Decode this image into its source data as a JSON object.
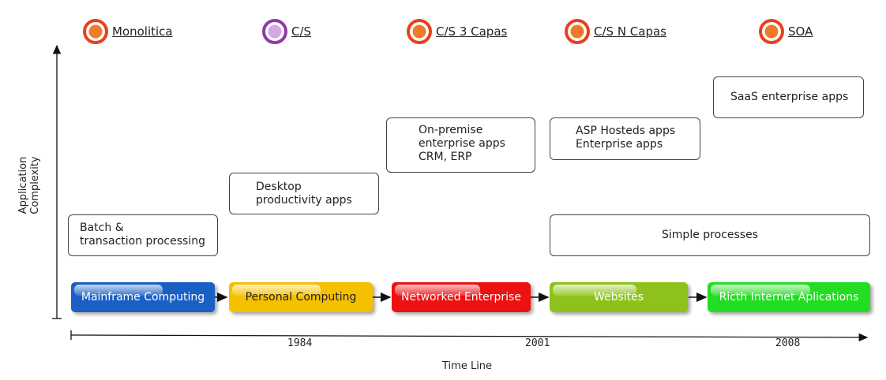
{
  "architectures": [
    {
      "label": "Monolitica",
      "color": "orange"
    },
    {
      "label": "C/S",
      "color": "purple"
    },
    {
      "label": "C/S 3 Capas",
      "color": "orange"
    },
    {
      "label": "C/S N Capas",
      "color": "orange"
    },
    {
      "label": "SOA",
      "color": "orange"
    }
  ],
  "boxes": [
    {
      "text": "Batch &\ntransaction processing"
    },
    {
      "text": "Desktop\nproductivity apps"
    },
    {
      "text": "On-premise\nenterprise apps\nCRM, ERP"
    },
    {
      "text": "ASP Hosteds apps\nEnterprise apps"
    },
    {
      "text": "Simple processes"
    },
    {
      "text": "SaaS enterprise apps"
    }
  ],
  "stages": [
    {
      "label": "Mainframe Computing",
      "color": "#1a5fc4"
    },
    {
      "label": "Personal Computing",
      "color": "#f5c000"
    },
    {
      "label": "Networked Enterprise",
      "color": "#ee1111"
    },
    {
      "label": "Websites",
      "color": "#8ec21a"
    },
    {
      "label": "Ricth Internet Aplications",
      "color": "#22dd22"
    }
  ],
  "timeline": {
    "years": [
      "1984",
      "2001",
      "2008"
    ],
    "xlabel": "Time Line",
    "ylabel": "Application Complexity"
  },
  "colors": {
    "ring_orange": "#e8401c",
    "fill_orange": "#f07a2a",
    "ring_purple": "#8b3ca8",
    "fill_purple": "#d6a6e6"
  }
}
